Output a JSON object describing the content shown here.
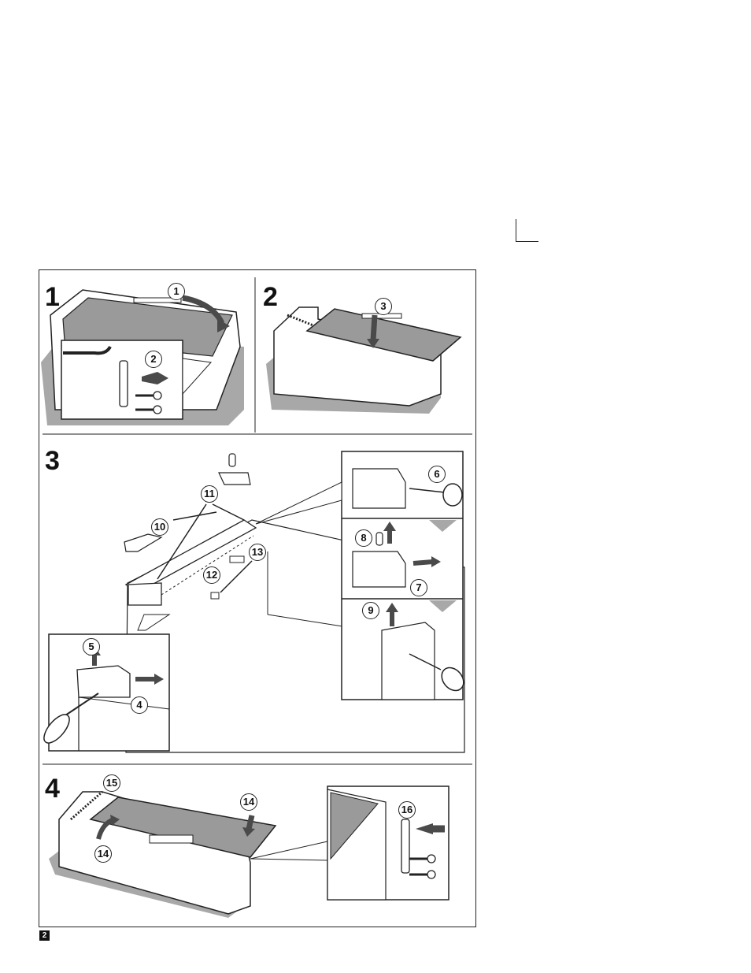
{
  "steps": [
    {
      "number": "1"
    },
    {
      "number": "2"
    },
    {
      "number": "3"
    },
    {
      "number": "4"
    }
  ],
  "callouts": [
    "1",
    "2",
    "3",
    "4",
    "5",
    "6",
    "7",
    "8",
    "9",
    "10",
    "11",
    "12",
    "13",
    "14",
    "15",
    "16"
  ],
  "page_number": "2",
  "colors": {
    "line": "#222222",
    "glass": "#9a9a9a",
    "shadow": "#a8a8a8",
    "arrow": "#4a4a4a",
    "background": "#ffffff"
  },
  "icons": [
    "crop-mark",
    "screw-icon",
    "bracket-icon",
    "screwdriver-icon",
    "pin-icon",
    "arrow-icon"
  ]
}
